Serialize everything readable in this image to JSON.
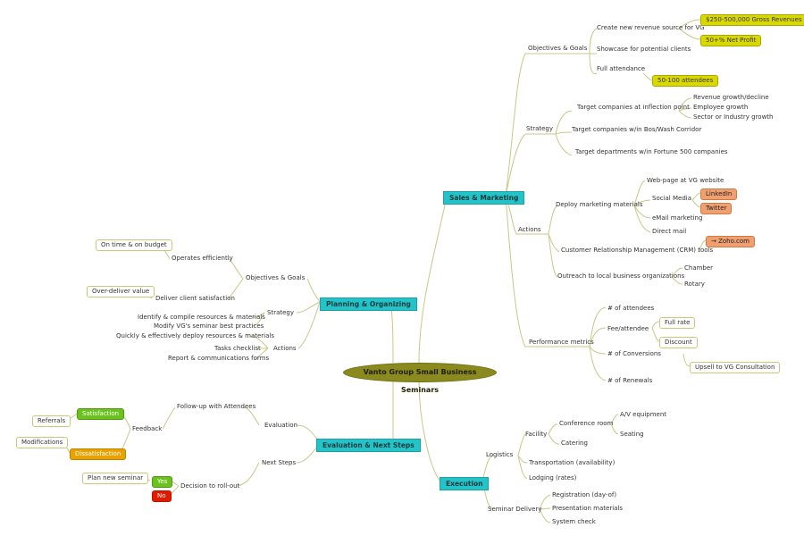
{
  "central_topic": "Vanto Group Small Business Seminars",
  "branches": {
    "sales": {
      "label": "Sales & Marketing",
      "objectives": {
        "label": "Objectives & Goals",
        "revenue_source": "Create new revenue source for VG",
        "gross_revenues": "$250-500,000 Gross Revenues",
        "net_profit": "50+% Net Profit",
        "showcase": "Showcase for potential clients",
        "full_attendance": "Full attendance",
        "attendees_range": "50-100 attendees"
      },
      "strategy": {
        "label": "Strategy",
        "inflection": "Target companies at inflection point",
        "revenue_growth": "Revenue growth/decline",
        "employee_growth": "Employee growth",
        "sector_growth": "Sector or Industry growth",
        "corridor": "Target companies w/in Bos/Wash Corridor",
        "fortune": "Target departments w/in Fortune 500 companies"
      },
      "actions": {
        "label": "Actions",
        "deploy": "Deploy marketing materials",
        "webpage": "Web-page at VG website",
        "social": "Social Media",
        "linkedin": "LinkedIn",
        "twitter": "Twitter",
        "email": "eMail marketing",
        "direct_mail": "Direct mail",
        "crm": "Customer Relationship Management (CRM) tools",
        "zoho": "→ Zoho.com",
        "outreach": "Outreach to local business organizations",
        "chamber": "Chamber",
        "rotary": "Rotary"
      },
      "metrics": {
        "label": "Performance metrics",
        "attendees": "# of attendees",
        "fee": "Fee/attendee",
        "full_rate": "Full rate",
        "discount": "Discount",
        "conversions": "# of Conversions",
        "upsell": "Upsell to VG Consultation",
        "renewals": "# of Renewals"
      }
    },
    "execution": {
      "label": "Execution",
      "logistics": {
        "label": "Logistics",
        "facility": "Facility",
        "conference_room": "Conference room",
        "av": "A/V equipment",
        "seating": "Seating",
        "catering": "Catering",
        "transportation": "Transportation (availability)",
        "lodging": "Lodging (rates)"
      },
      "delivery": {
        "label": "Seminar Delivery",
        "registration": "Registration (day-of)",
        "presentation": "Presentation materials",
        "system_check": "System check"
      }
    },
    "planning": {
      "label": "Planning & Organizing",
      "objectives": {
        "label": "Objectives & Goals",
        "operates": "Operates efficiently",
        "on_time": "On time & on budget",
        "deliver": "Deliver client satisfaction",
        "over_deliver": "Over-deliver value"
      },
      "strategy": {
        "label": "Strategy",
        "identify": "Identify & compile resources & materials",
        "modify": "Modify VG's seminar best practices"
      },
      "actions": {
        "label": "Actions",
        "deploy": "Quickly & effectively deploy resources & materials",
        "tasks": "Tasks checklist",
        "report": "Report & communications forms"
      }
    },
    "evaluation": {
      "label": "Evaluation & Next Steps",
      "evaluation": {
        "label": "Evaluation",
        "follow_up": "Follow-up with Attendees",
        "feedback": "Feedback",
        "satisfaction": "Satisfaction",
        "referrals": "Referrals",
        "dissatisfaction": "Dissatisfaction",
        "modifications": "Modifications"
      },
      "next_steps": {
        "label": "Next Steps",
        "decision": "Decision to roll-out",
        "yes": "Yes",
        "no": "No",
        "plan_new": "Plan new seminar"
      }
    }
  },
  "colors": {
    "main_topic": "#22c4c9",
    "central": "#8a8a1e",
    "connector": "#c8c88a",
    "yellow_tag": "#d9d900",
    "orange_tag": "#f0a070",
    "green_tag": "#6bc21f",
    "red_tag": "#e01b00"
  }
}
